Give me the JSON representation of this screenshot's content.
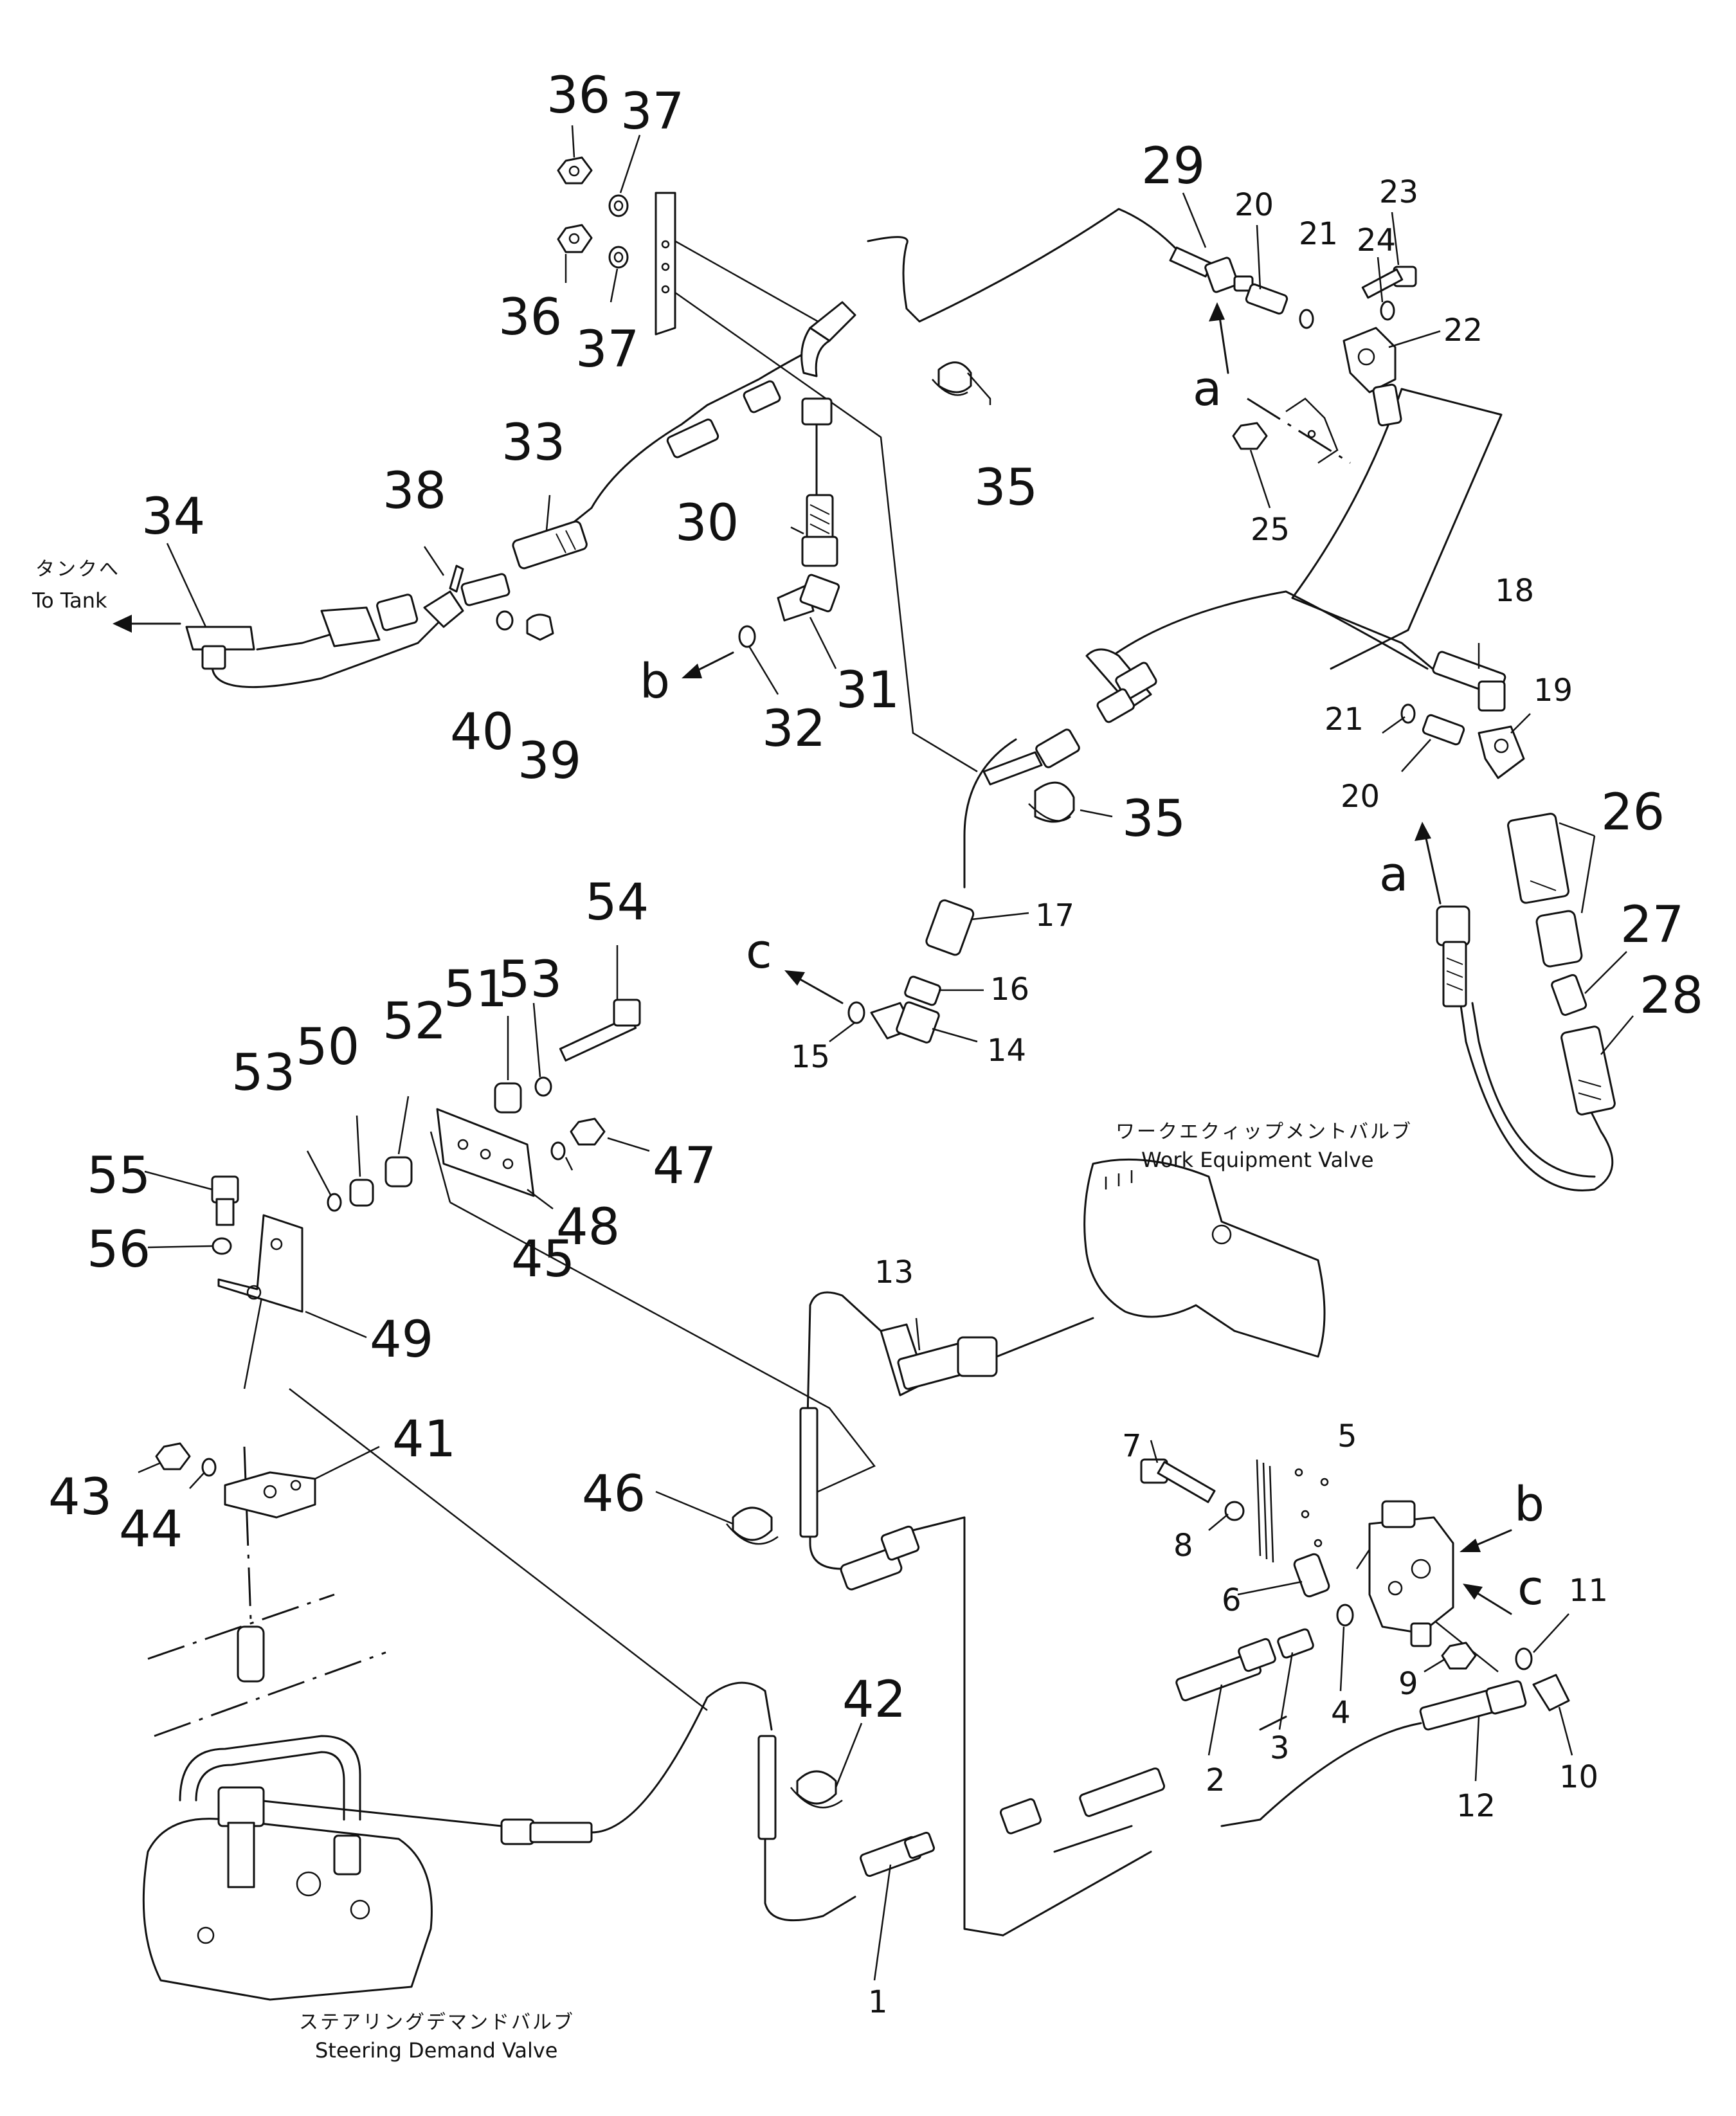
{
  "labels": {
    "to_tank_jp": "タンクへ",
    "to_tank_en": "To Tank",
    "work_valve_jp": "ワークエクィップメントバルブ",
    "work_valve_en": "Work Equipment Valve",
    "steering_valve_jp": "ステアリングデマンドバルブ",
    "steering_valve_en": "Steering Demand Valve"
  },
  "letters": {
    "a_top": "a",
    "a_mid": "a",
    "b_left": "b",
    "b_right": "b",
    "c_left": "c",
    "c_right": "c"
  },
  "parts": {
    "p1": "1",
    "p2": "2",
    "p3": "3",
    "p4": "4",
    "p5": "5",
    "p6": "6",
    "p7": "7",
    "p8": "8",
    "p9": "9",
    "p10": "10",
    "p11": "11",
    "p12": "12",
    "p13": "13",
    "p14": "14",
    "p15": "15",
    "p16": "16",
    "p17": "17",
    "p18": "18",
    "p19": "19",
    "p20a": "20",
    "p20b": "20",
    "p21a": "21",
    "p21b": "21",
    "p22": "22",
    "p23": "23",
    "p24": "24",
    "p25": "25",
    "p26": "26",
    "p27": "27",
    "p28": "28",
    "p29": "29",
    "p30": "30",
    "p31": "31",
    "p32": "32",
    "p33": "33",
    "p34": "34",
    "p35a": "35",
    "p35b": "35",
    "p36a": "36",
    "p36b": "36",
    "p37a": "37",
    "p37b": "37",
    "p38": "38",
    "p39": "39",
    "p40": "40",
    "p41": "41",
    "p42": "42",
    "p43": "43",
    "p44": "44",
    "p45": "45",
    "p46": "46",
    "p47": "47",
    "p48": "48",
    "p49": "49",
    "p50": "50",
    "p51": "51",
    "p52": "52",
    "p53a": "53",
    "p53b": "53",
    "p54": "54",
    "p55": "55",
    "p56": "56"
  }
}
